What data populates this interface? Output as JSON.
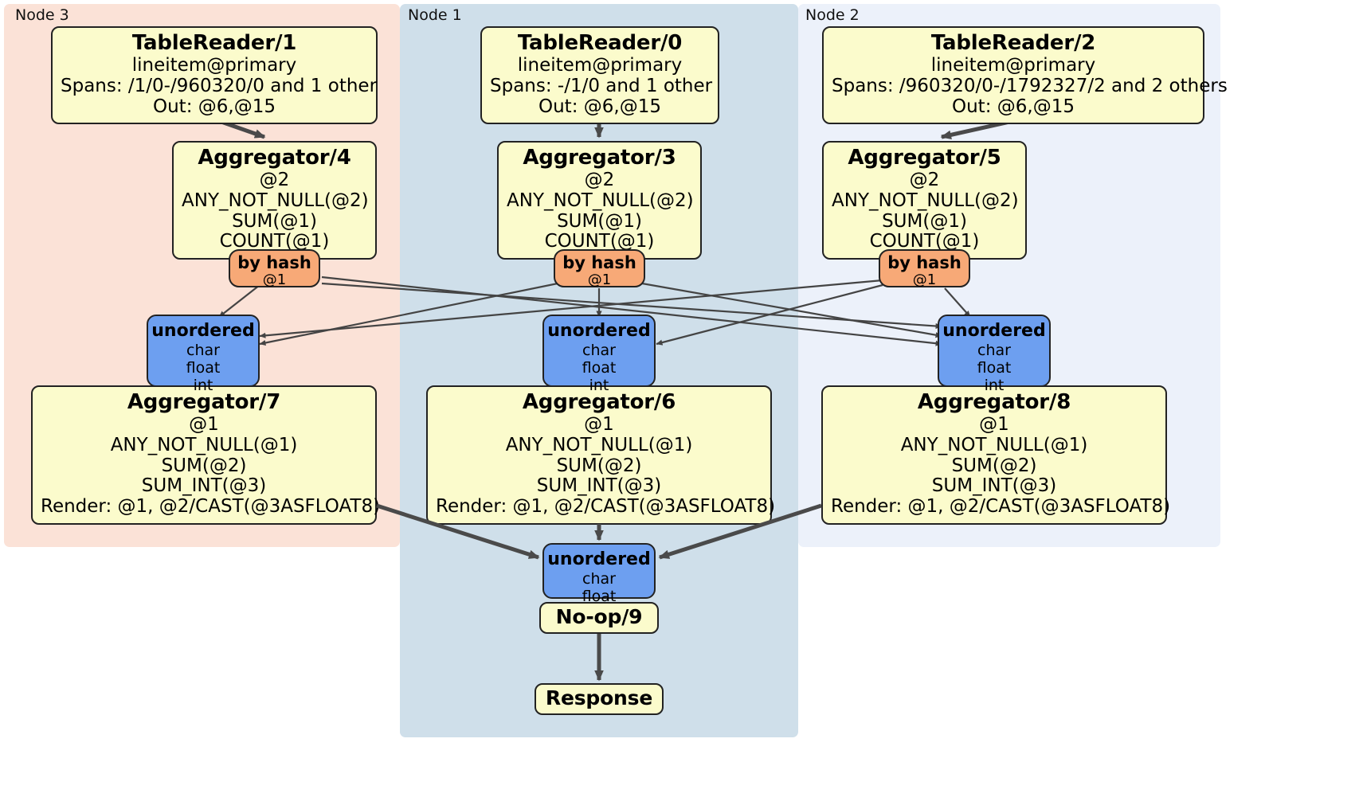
{
  "diagram": {
    "title": "Distributed SQL execution plan",
    "colors": {
      "node3_panel": "#fbe2d7",
      "node1_panel": "#cfdfea",
      "node2_panel": "#ecf1fa",
      "processor_fill": "#fbfbcc",
      "router_fill": "#f7a977",
      "receiver_fill": "#6d9ff0",
      "stroke": "#222222",
      "edge_thin": "#444444",
      "edge_thick": "#4a4a4a"
    }
  },
  "panels": [
    {
      "id": "node3",
      "label": "Node 3"
    },
    {
      "id": "node1",
      "label": "Node 1"
    },
    {
      "id": "node2",
      "label": "Node 2"
    }
  ],
  "processors": {
    "tablereader_1": {
      "title": "TableReader/1",
      "line1": "lineitem@primary",
      "line2": "Spans: /1/0-/960320/0 and 1 other",
      "line3": "Out: @6,@15"
    },
    "tablereader_0": {
      "title": "TableReader/0",
      "line1": "lineitem@primary",
      "line2": "Spans: -/1/0 and 1 other",
      "line3": "Out: @6,@15"
    },
    "tablereader_2": {
      "title": "TableReader/2",
      "line1": "lineitem@primary",
      "line2": "Spans: /960320/0-/1792327/2 and 2 others",
      "line3": "Out: @6,@15"
    },
    "aggregator_4": {
      "title": "Aggregator/4",
      "line1": "@2",
      "line2": "ANY_NOT_NULL(@2)",
      "line3": "SUM(@1)",
      "line4": "COUNT(@1)"
    },
    "aggregator_3": {
      "title": "Aggregator/3",
      "line1": "@2",
      "line2": "ANY_NOT_NULL(@2)",
      "line3": "SUM(@1)",
      "line4": "COUNT(@1)"
    },
    "aggregator_5": {
      "title": "Aggregator/5",
      "line1": "@2",
      "line2": "ANY_NOT_NULL(@2)",
      "line3": "SUM(@1)",
      "line4": "COUNT(@1)"
    },
    "aggregator_7": {
      "title": "Aggregator/7",
      "line1": "@1",
      "line2": "ANY_NOT_NULL(@1)",
      "line3": "SUM(@2)",
      "line4": "SUM_INT(@3)",
      "line5": "Render: @1, @2/CAST(@3ASFLOAT8)"
    },
    "aggregator_6": {
      "title": "Aggregator/6",
      "line1": "@1",
      "line2": "ANY_NOT_NULL(@1)",
      "line3": "SUM(@2)",
      "line4": "SUM_INT(@3)",
      "line5": "Render: @1, @2/CAST(@3ASFLOAT8)"
    },
    "aggregator_8": {
      "title": "Aggregator/8",
      "line1": "@1",
      "line2": "ANY_NOT_NULL(@1)",
      "line3": "SUM(@2)",
      "line4": "SUM_INT(@3)",
      "line5": "Render: @1, @2/CAST(@3ASFLOAT8)"
    },
    "noop_9": {
      "title": "No-op/9"
    },
    "response": {
      "title": "Response"
    }
  },
  "routers": {
    "hash_left": {
      "title": "by hash",
      "line1": "@1"
    },
    "hash_center": {
      "title": "by hash",
      "line1": "@1"
    },
    "hash_right": {
      "title": "by hash",
      "line1": "@1"
    }
  },
  "receivers": {
    "recv_left": {
      "title": "unordered",
      "line1": "char",
      "line2": "float",
      "line3": "int"
    },
    "recv_center": {
      "title": "unordered",
      "line1": "char",
      "line2": "float",
      "line3": "int"
    },
    "recv_right": {
      "title": "unordered",
      "line1": "char",
      "line2": "float",
      "line3": "int"
    },
    "recv_final": {
      "title": "unordered",
      "line1": "char",
      "line2": "float"
    }
  }
}
